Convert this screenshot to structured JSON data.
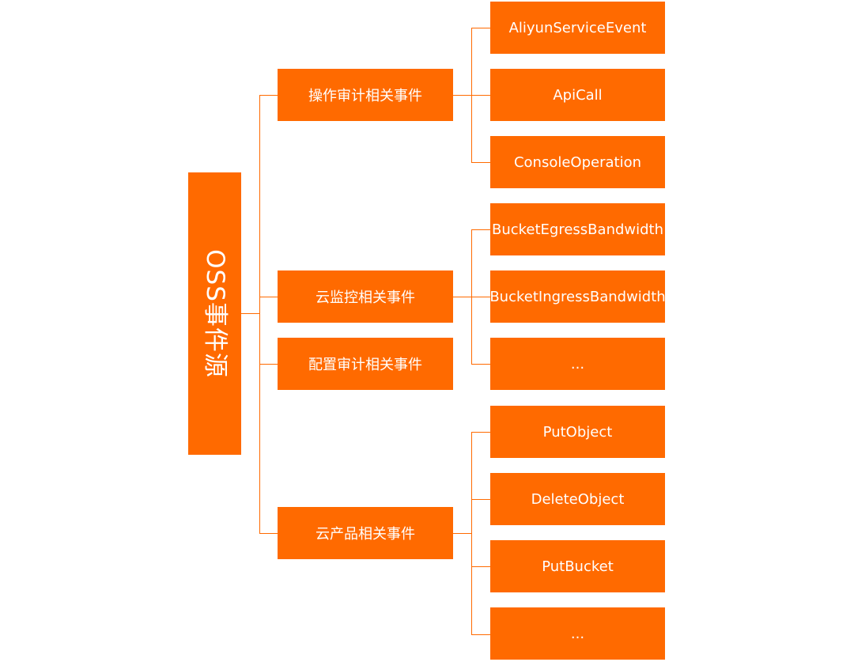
{
  "root": {
    "label": "OSS事件源"
  },
  "groups": [
    {
      "label": "操作审计相关事件",
      "events": [
        "AliyunServiceEvent",
        "ApiCall",
        "ConsoleOperation"
      ]
    },
    {
      "label": "云监控相关事件",
      "events": [
        "BucketEgressBandwidth",
        "BucketIngressBandwidth",
        "..."
      ]
    },
    {
      "label": "配置审计相关事件",
      "events": []
    },
    {
      "label": "云产品相关事件",
      "events": [
        "PutObject",
        "DeleteObject",
        "PutBucket",
        "..."
      ]
    }
  ],
  "colors": {
    "box_fill": "#ff6a00",
    "box_text": "#ffffff",
    "connector": "#ff6a00"
  }
}
